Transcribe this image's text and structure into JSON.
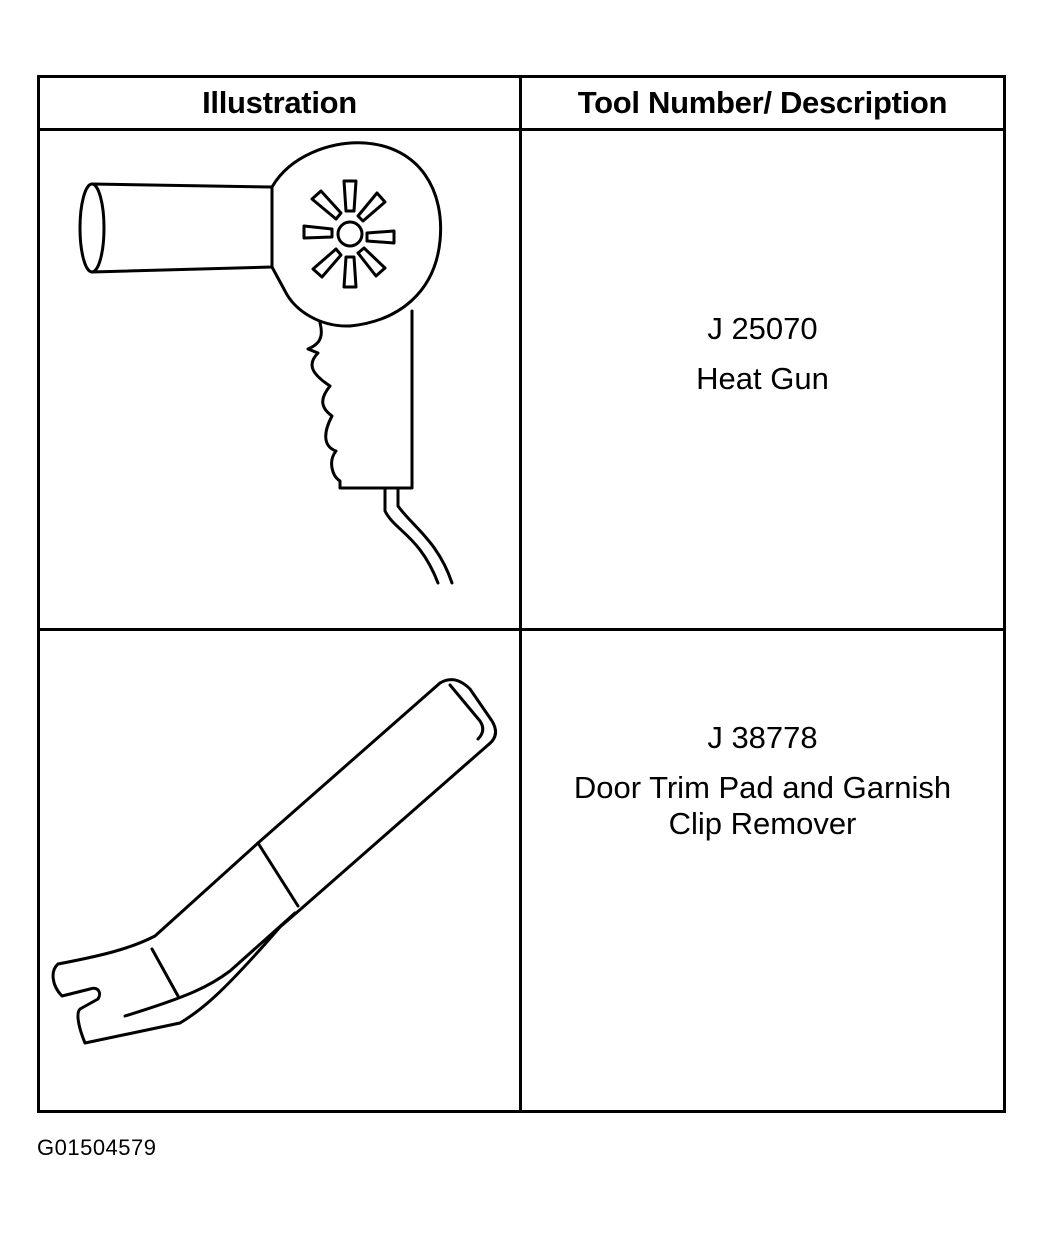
{
  "table": {
    "headers": {
      "illustration": "Illustration",
      "tool": "Tool Number/ Description"
    },
    "rows": [
      {
        "illustration_icon": "heat-gun-icon",
        "tool_number": "J 25070",
        "description_lines": [
          "Heat Gun"
        ]
      },
      {
        "illustration_icon": "clip-remover-icon",
        "tool_number": "J 38778",
        "description_lines": [
          "Door Trim Pad and Garnish",
          "Clip Remover"
        ]
      }
    ]
  },
  "figure_id": "G01504579"
}
